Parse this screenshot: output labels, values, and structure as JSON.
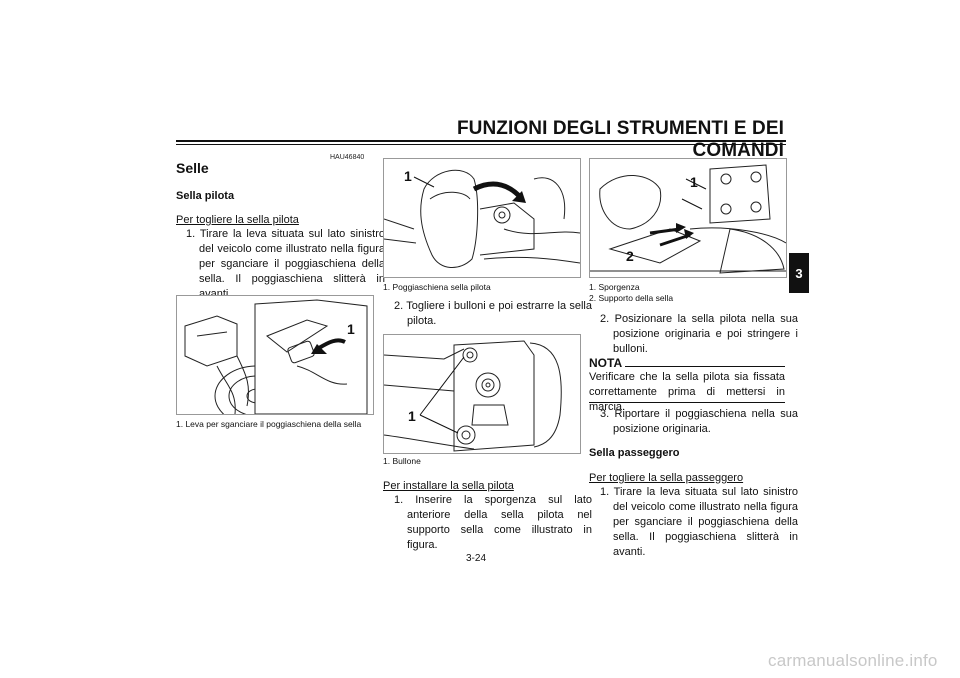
{
  "header": {
    "title": "FUNZIONI DEGLI STRUMENTI E DEI COMANDI"
  },
  "chapter_tab": "3",
  "section": {
    "code": "HAU46840",
    "title": "Selle"
  },
  "rider_seat": {
    "subtitle": "Sella pilota",
    "remove_heading": "Per togliere la sella pilota",
    "remove_step1": "1. Tirare la leva situata sul lato sinistro del veicolo come illustrato nella figura per sganciare il poggiaschiena della sella. Il poggiaschiena slitterà in avanti.",
    "fig1": {
      "callout": "1",
      "caption": "1.  Leva per sganciare il poggiaschiena della sella"
    },
    "fig2": {
      "callout": "1",
      "caption": "1.  Poggiaschiena sella pilota"
    },
    "remove_step2": "2. Togliere i bulloni e poi estrarre la sella pilota.",
    "fig3": {
      "callout": "1",
      "caption": "1.  Bullone"
    },
    "install_heading": "Per installare la sella pilota",
    "install_step1": "1. Inserire la sporgenza sul lato anteriore della sella pilota nel supporto sella come illustrato in figura.",
    "fig4": {
      "callout1": "1",
      "callout2": "2",
      "caption1": "1.  Sporgenza",
      "caption2": "2.  Supporto della sella"
    },
    "install_step2": "2. Posizionare la sella pilota nella sua posizione originaria e poi stringere i bulloni.",
    "nota_title": "NOTA",
    "nota_text": "Verificare che la sella pilota sia fissata correttamente prima di mettersi in marcia.",
    "install_step3": "3. Riportare il poggiaschiena nella sua posizione originaria."
  },
  "passenger_seat": {
    "subtitle": "Sella passeggero",
    "remove_heading": "Per togliere la sella passeggero",
    "remove_step1": "1. Tirare la leva situata sul lato sinistro del veicolo come illustrato nella figura per sganciare il poggiaschiena della sella. Il poggiaschiena slitterà in avanti."
  },
  "page_number": "3-24",
  "watermark": "carmanualsonline.info"
}
